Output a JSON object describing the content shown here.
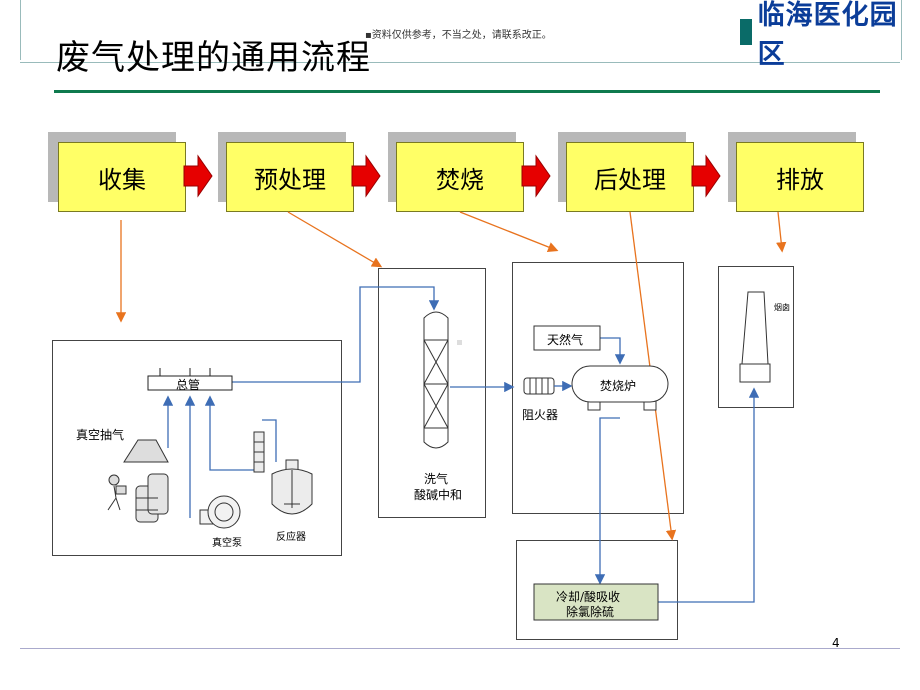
{
  "header": {
    "title": "废气处理的通用流程",
    "notice": "资料仅供参考，不当之处，请联系改正。",
    "logo_text": "临海医化园区"
  },
  "process_steps": [
    "收集",
    "预处理",
    "焚烧",
    "后处理",
    "排放"
  ],
  "collection": {
    "manifold": "总管",
    "vacuum_exhaust": "真空抽气",
    "vacuum_pump": "真空泵",
    "reactor": "反应器"
  },
  "scrubber": {
    "line1": "洗气",
    "line2": "酸碱中和"
  },
  "incinerator": {
    "natural_gas": "天然气",
    "furnace": "焚烧炉",
    "flame_arrester": "阻火器"
  },
  "stack": {
    "label": "烟囱"
  },
  "post_treatment": {
    "line1": "冷却/酸吸收",
    "line2": "除氯除硫"
  },
  "page_number": "4",
  "colors": {
    "step_fill": "#ffff66",
    "step_arrow": "#e60000",
    "orange_line": "#e8731e",
    "blue_line": "#3e6db5",
    "title_rule": "#0e7a4e",
    "logo_text": "#0b3d99",
    "post_box_fill": "#d9e4c4"
  }
}
